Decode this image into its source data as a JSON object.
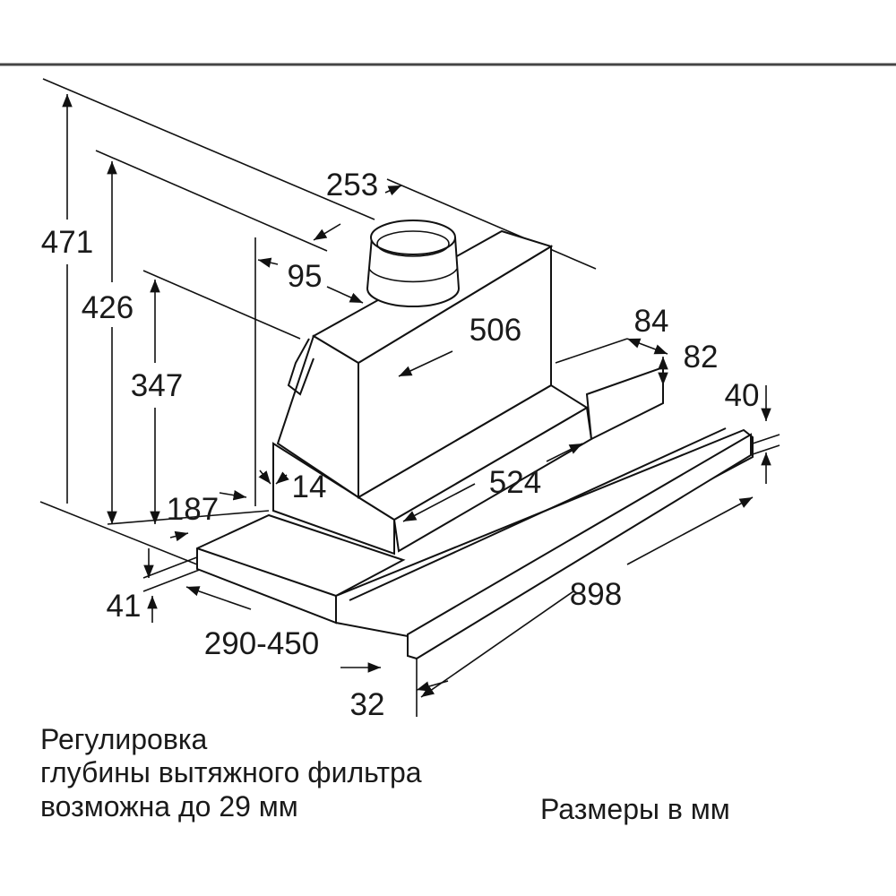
{
  "dimensions": {
    "d471": "471",
    "d426": "426",
    "d347": "347",
    "d253": "253",
    "d95": "95",
    "d506": "506",
    "d84": "84",
    "d82": "82",
    "d40": "40",
    "d14": "14",
    "d524": "524",
    "d187": "187",
    "d898": "898",
    "d41": "41",
    "d290_450": "290-450",
    "d32": "32"
  },
  "notes": {
    "line1": "Регулировка",
    "line2": "глубины вытяжного фильтра",
    "line3": "возможна до 29 мм",
    "units": "Размеры в мм"
  }
}
